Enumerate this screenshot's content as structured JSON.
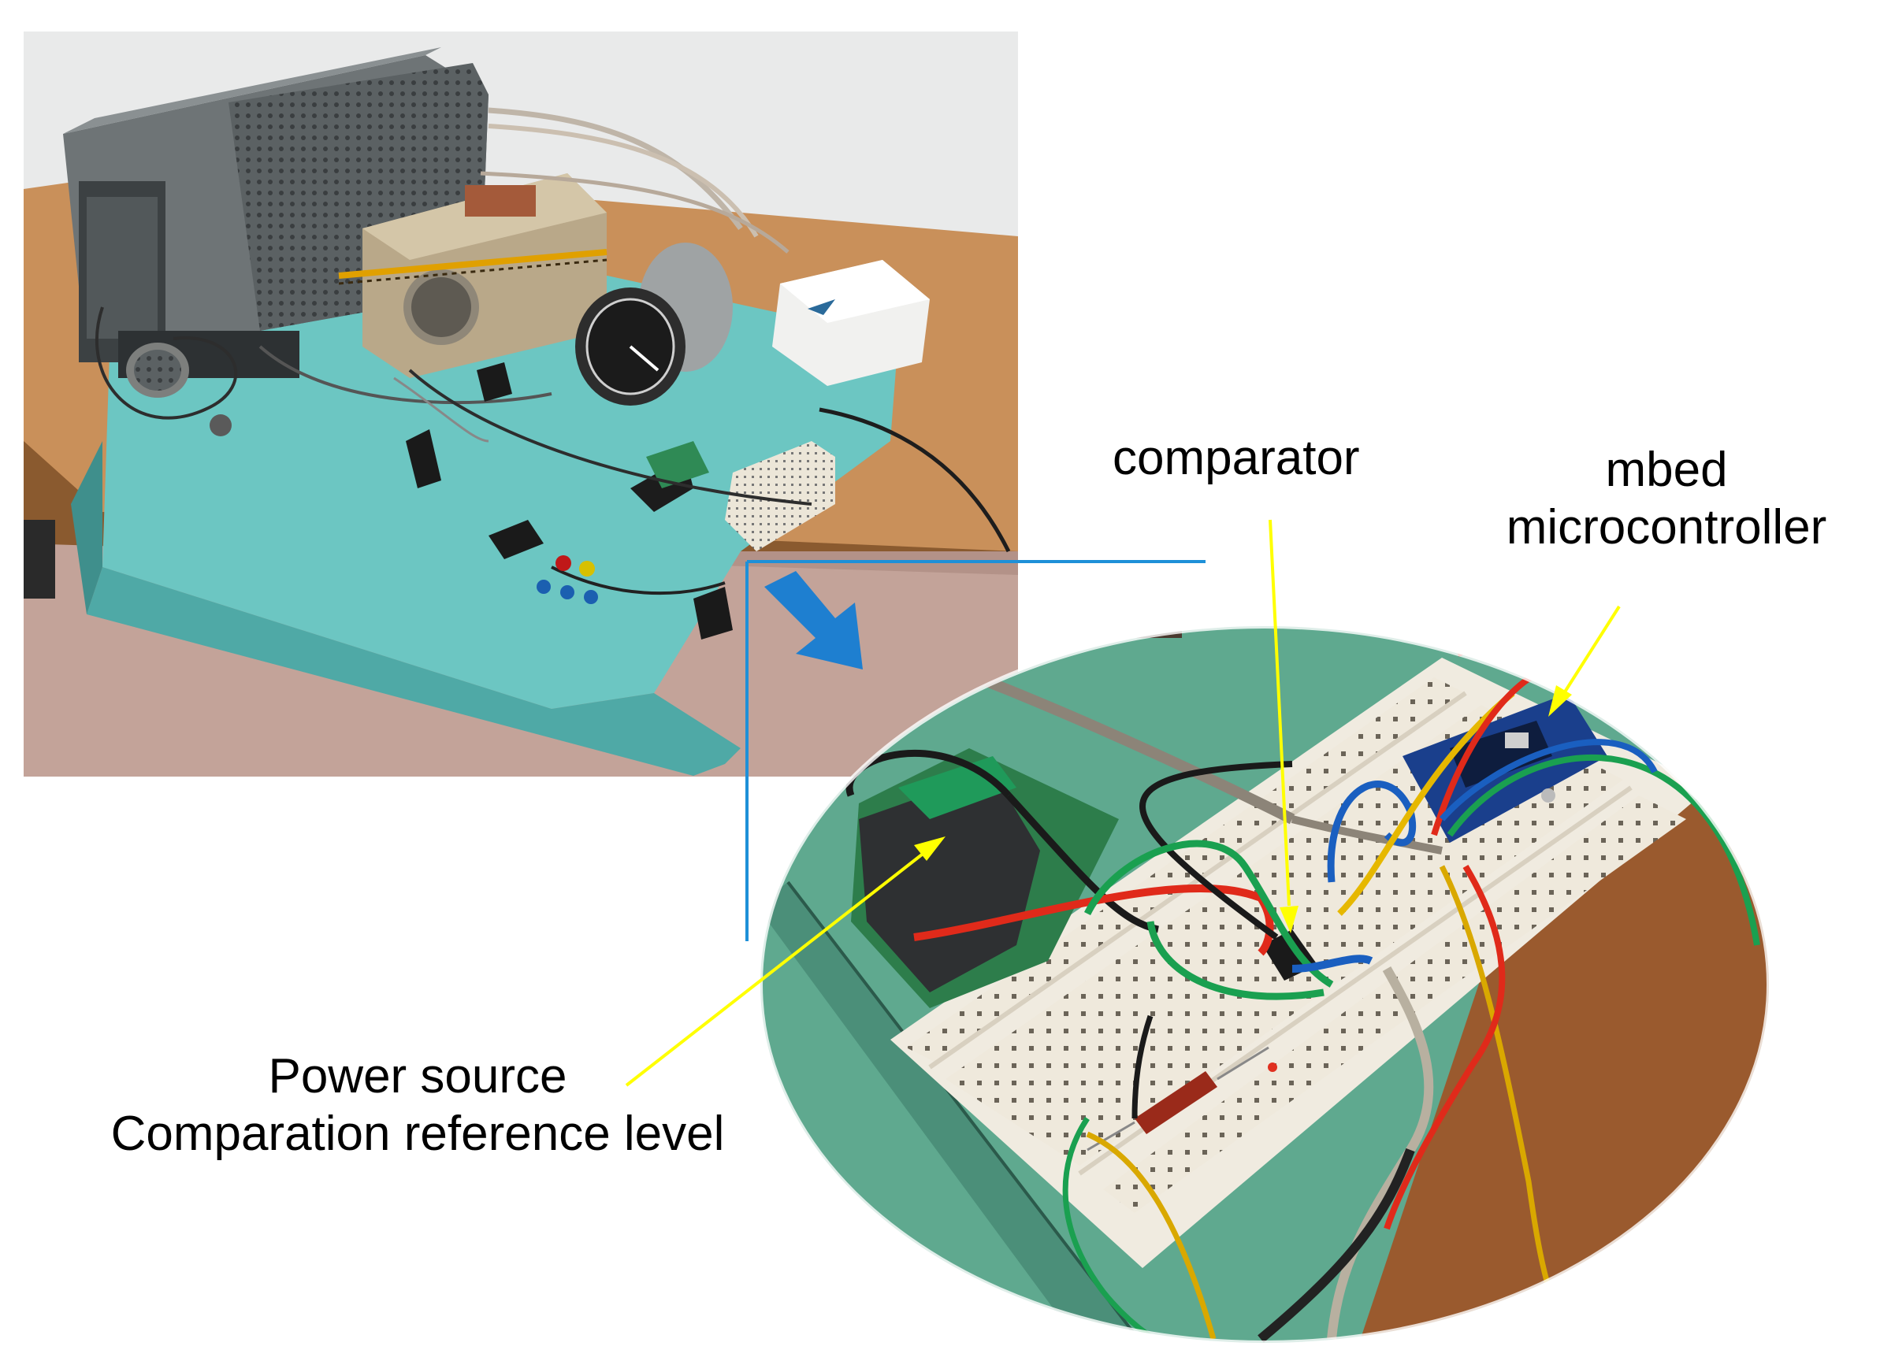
{
  "annotations": {
    "comparator": "comparator",
    "mbed_line1": "mbed",
    "mbed_line2": "microcontroller",
    "power_line1": "Power source",
    "power_line2": "Comparation reference level"
  },
  "colors": {
    "callout_arrow": "#ffff00",
    "zoom_arrow": "#1e7fd0",
    "inset_border": "#1e90d8",
    "board": "#5fc0bd",
    "breadboard": "#f0ebe0",
    "table_wood": "#b97a3c"
  }
}
